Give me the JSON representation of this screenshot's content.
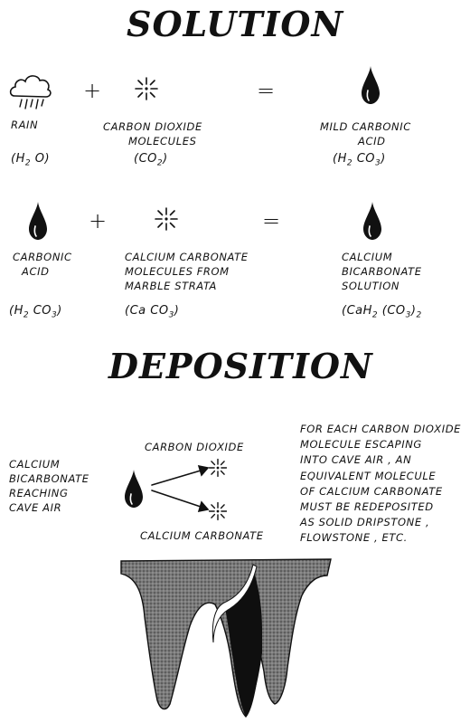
{
  "solution": {
    "title": "SOLUTION",
    "row1": {
      "rain": {
        "label": "RAIN",
        "formula_parts": [
          "(H",
          "2",
          " O)"
        ]
      },
      "plus": "+",
      "co2": {
        "label_lines": [
          "CARBON DIOXIDE",
          "MOLECULES"
        ],
        "formula_parts": [
          "(CO",
          "2",
          ")"
        ]
      },
      "equals": "=",
      "acid": {
        "label_lines": [
          "MILD CARBONIC",
          "ACID"
        ],
        "formula_parts": [
          "(H",
          "2",
          " CO",
          "3",
          ")"
        ]
      }
    },
    "row2": {
      "acid": {
        "label_lines": [
          "CARBONIC",
          "ACID"
        ],
        "formula_parts": [
          "(H",
          "2",
          " CO",
          "3",
          ")"
        ]
      },
      "plus": "+",
      "caco3": {
        "label_lines": [
          "CALCIUM  CARBONATE",
          "MOLECULES FROM",
          "MARBLE STRATA"
        ],
        "formula_parts": [
          "(Ca CO",
          "3",
          ")"
        ]
      },
      "equals": "=",
      "bicarb": {
        "label_lines": [
          "CALCIUM",
          "BICARBONATE",
          "SOLUTION"
        ],
        "formula_parts": [
          "(CaH",
          "2",
          " (CO",
          "3",
          ")",
          "2"
        ]
      }
    }
  },
  "deposition": {
    "title": "DEPOSITION",
    "source_label_lines": [
      "CALCIUM",
      "BICARBONATE",
      "REACHING",
      "CAVE AIR"
    ],
    "product_top": "CARBON DIOXIDE",
    "product_bottom": "CALCIUM  CARBONATE",
    "note_lines": [
      "FOR EACH CARBON DIOXIDE",
      "MOLECULE ESCAPING",
      "INTO CAVE AIR , AN",
      "EQUIVALENT MOLECULE",
      "OF CALCIUM CARBONATE",
      "MUST BE REDEPOSITED",
      "AS SOLID DRIPSTONE ,",
      "FLOWSTONE , ETC."
    ]
  },
  "icons": [
    "cloud-rain-icon",
    "molecule-burst-icon",
    "water-drop-icon",
    "arrow-icon",
    "stalactite-illustration"
  ],
  "colors": {
    "ink": "#111111",
    "paper": "#ffffff",
    "stone": "#6a6a6a"
  }
}
